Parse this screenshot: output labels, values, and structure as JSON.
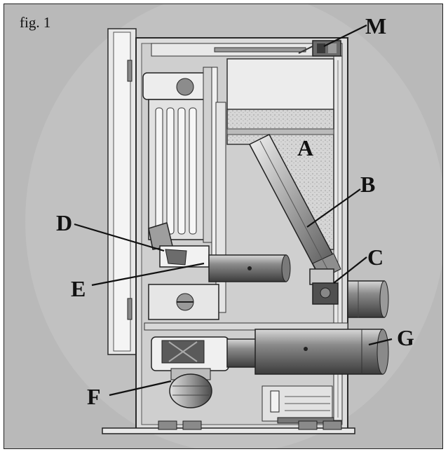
{
  "figure": {
    "label": "fig. 1"
  },
  "callouts": [
    {
      "id": "M",
      "text": "M"
    },
    {
      "id": "A",
      "text": "A"
    },
    {
      "id": "B",
      "text": "B"
    },
    {
      "id": "C",
      "text": "C"
    },
    {
      "id": "D",
      "text": "D"
    },
    {
      "id": "E",
      "text": "E"
    },
    {
      "id": "G",
      "text": "G"
    },
    {
      "id": "F",
      "text": "F"
    }
  ],
  "colors": {
    "background": "#b9b9b9",
    "metal_light": "#e6e6e6",
    "metal_mid": "#a8a8a8",
    "metal_dark": "#5e5e5e",
    "outline": "#2a2a2a",
    "text": "#111111"
  }
}
